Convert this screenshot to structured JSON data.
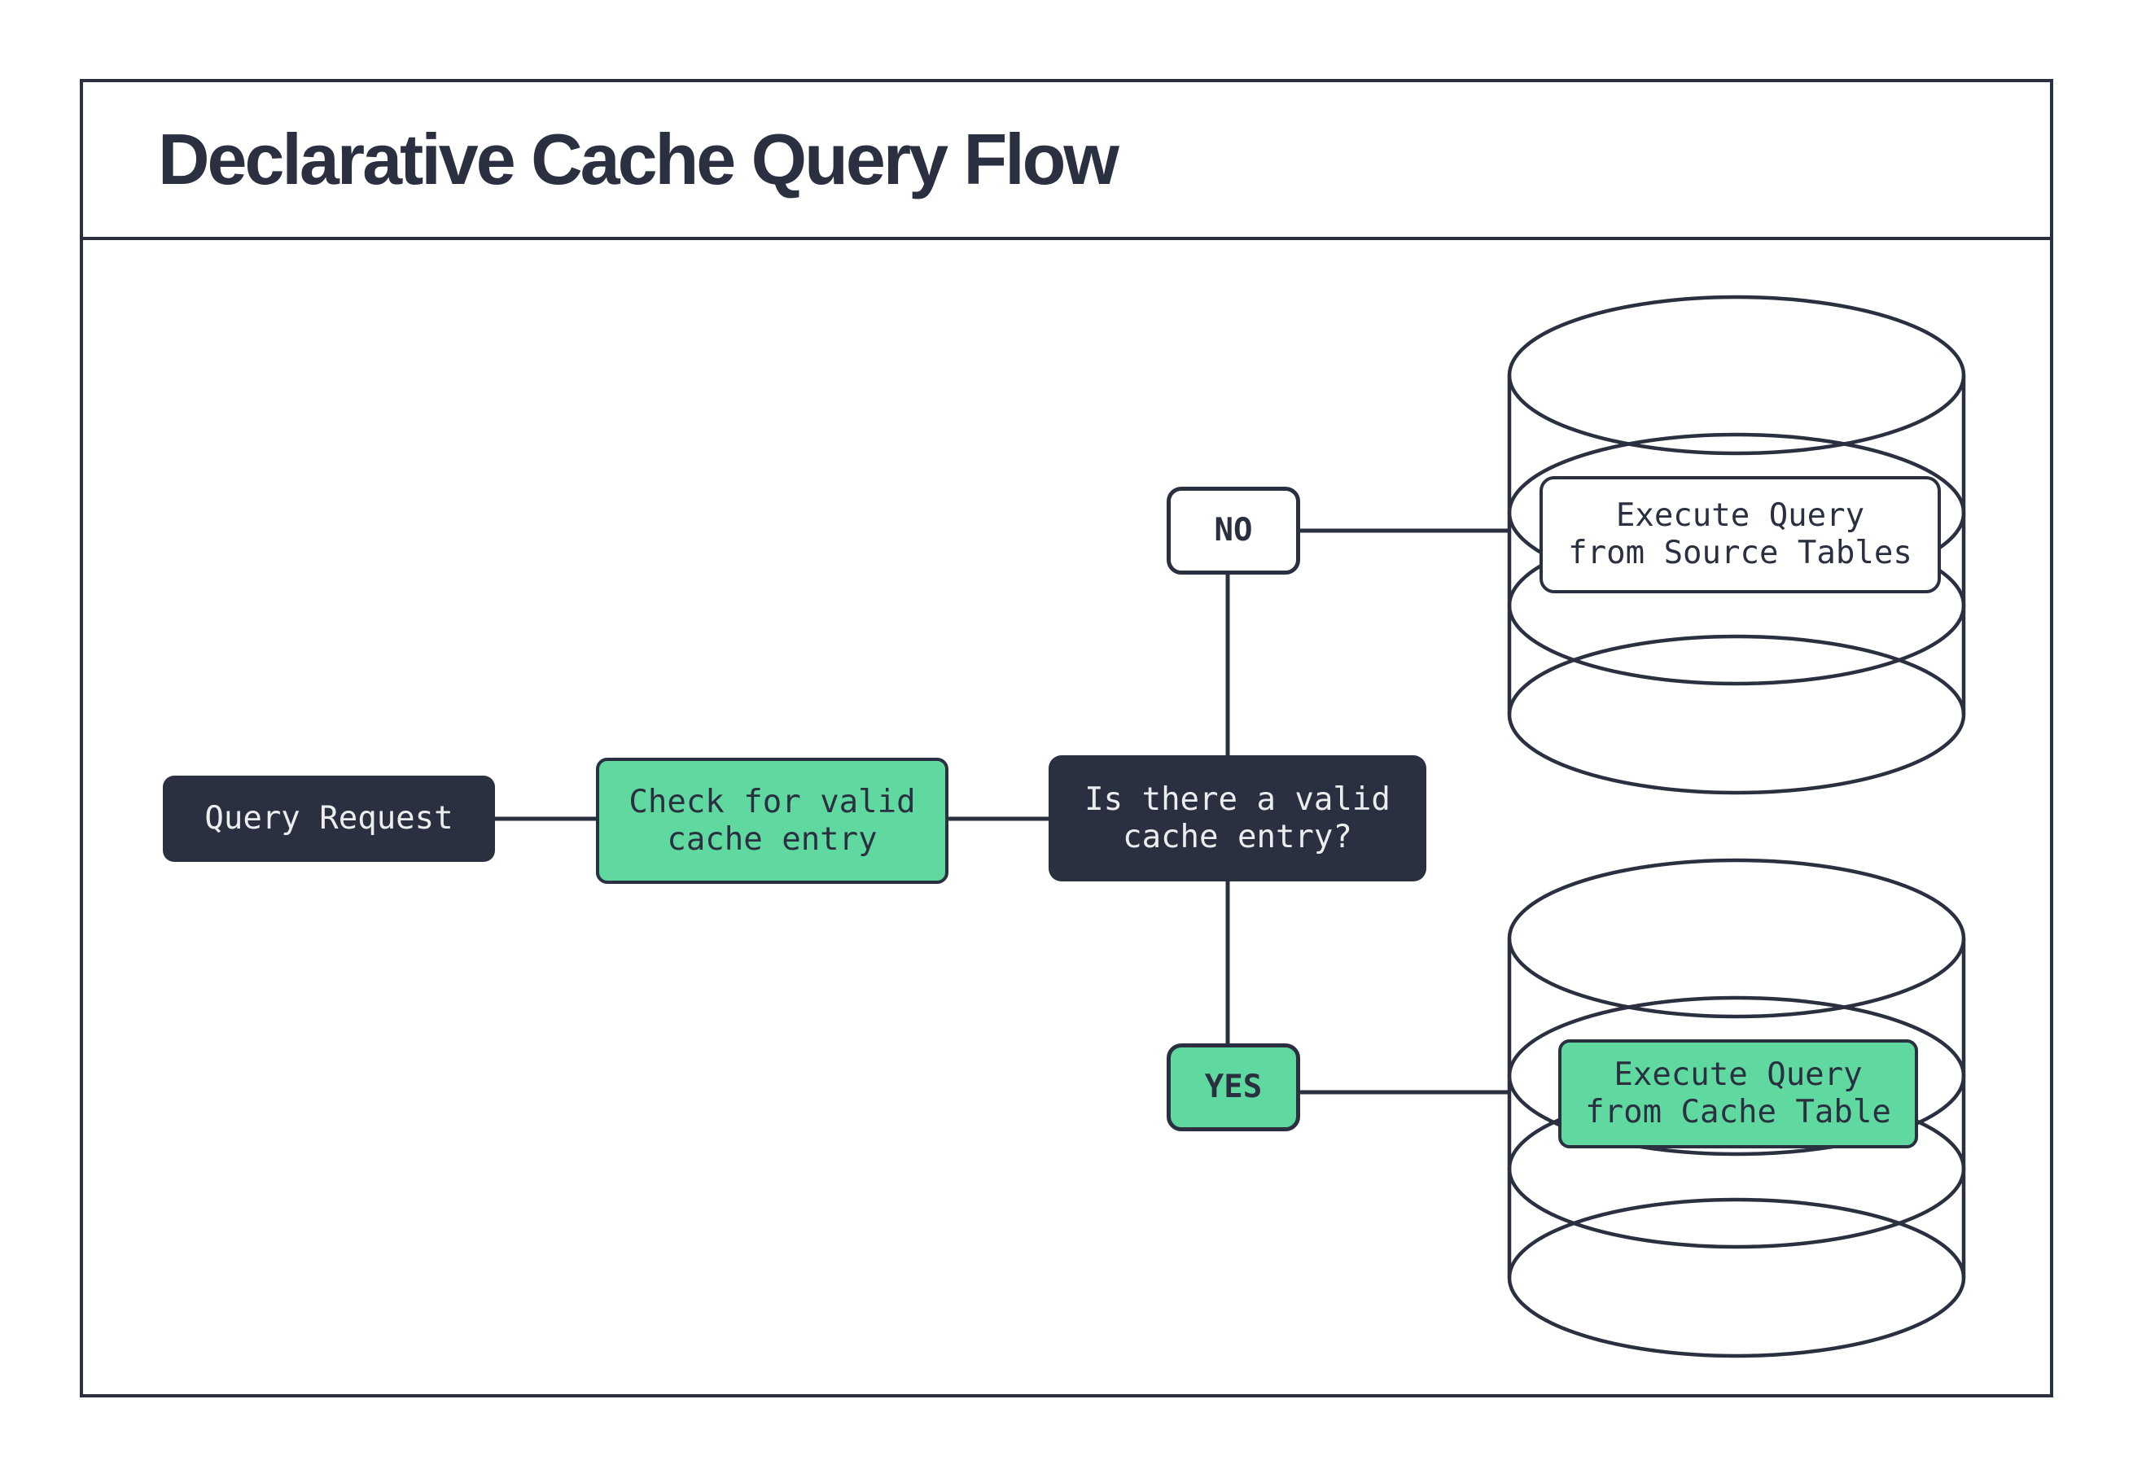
{
  "title": "Declarative Cache Query Flow",
  "colors": {
    "navy": "#2B3040",
    "green": "#5FD9A0",
    "paper": "#FFFFFF",
    "light_text": "#ECEDEF"
  },
  "nodes": {
    "query_request": {
      "label": "Query Request"
    },
    "check_cache": {
      "label": "Check for valid\ncache entry"
    },
    "decision": {
      "label": "Is there a valid\ncache entry?"
    },
    "no_branch": {
      "label": "NO"
    },
    "yes_branch": {
      "label": "YES"
    },
    "source_db": {
      "label": "Execute Query\nfrom Source Tables"
    },
    "cache_db": {
      "label": "Execute Query\nfrom Cache Table"
    }
  }
}
